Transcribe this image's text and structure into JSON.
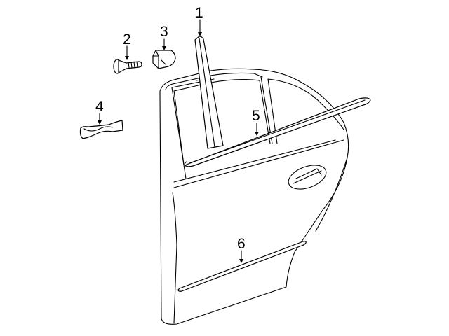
{
  "diagram": {
    "type": "parts-diagram",
    "subject": "Rear door exterior trim",
    "callouts": [
      {
        "id": "1",
        "label": "1",
        "part": "pillar-applique-molding"
      },
      {
        "id": "2",
        "label": "2",
        "part": "screw"
      },
      {
        "id": "3",
        "label": "3",
        "part": "clip-nut"
      },
      {
        "id": "4",
        "label": "4",
        "part": "tape"
      },
      {
        "id": "5",
        "label": "5",
        "part": "belt-molding"
      },
      {
        "id": "6",
        "label": "6",
        "part": "body-side-molding"
      }
    ]
  },
  "colors": {
    "line": "#000000",
    "background": "#ffffff"
  }
}
